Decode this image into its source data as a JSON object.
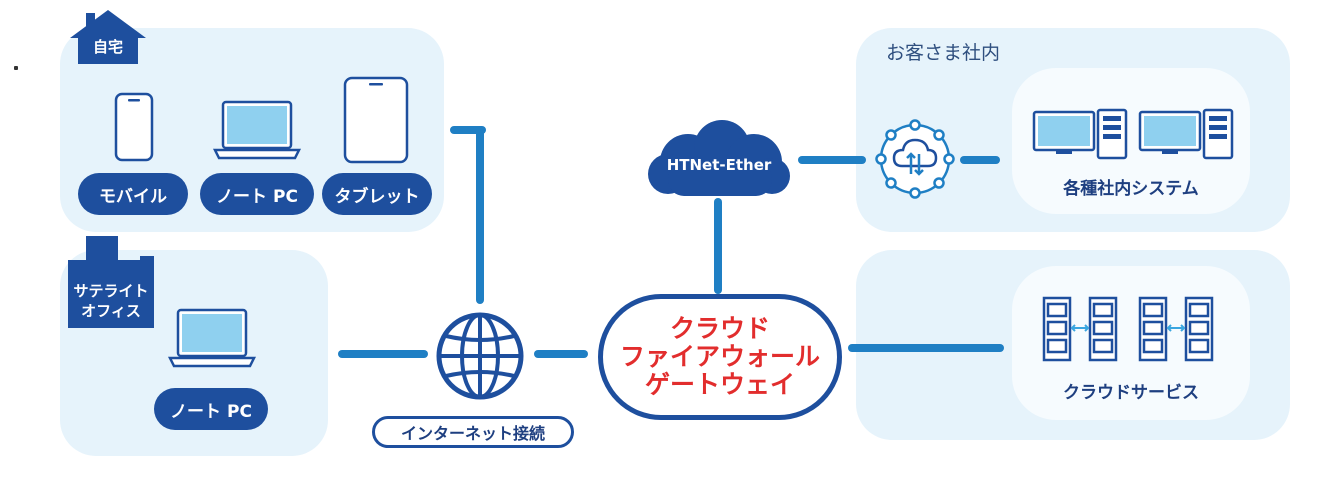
{
  "home": {
    "tag": "自宅",
    "devices": [
      "モバイル",
      "ノート PC",
      "タブレット"
    ]
  },
  "satellite": {
    "tag_line1": "サテライト",
    "tag_line2": "オフィス",
    "device": "ノート PC"
  },
  "internet": {
    "label": "インターネット接続"
  },
  "gateway": {
    "line1": "クラウド",
    "line2": "ファイアウォール",
    "line3": "ゲートウェイ"
  },
  "htnet": {
    "label": "HTNet-Ether"
  },
  "customer": {
    "title": "お客さま社内",
    "system_label": "各種社内システム"
  },
  "cloud_service": {
    "label": "クラウドサービス"
  },
  "colors": {
    "navy": "#1e4f9e",
    "line_blue": "#1f7fc4",
    "red": "#e22d2d",
    "panel_bg": "#e6f3fb"
  }
}
